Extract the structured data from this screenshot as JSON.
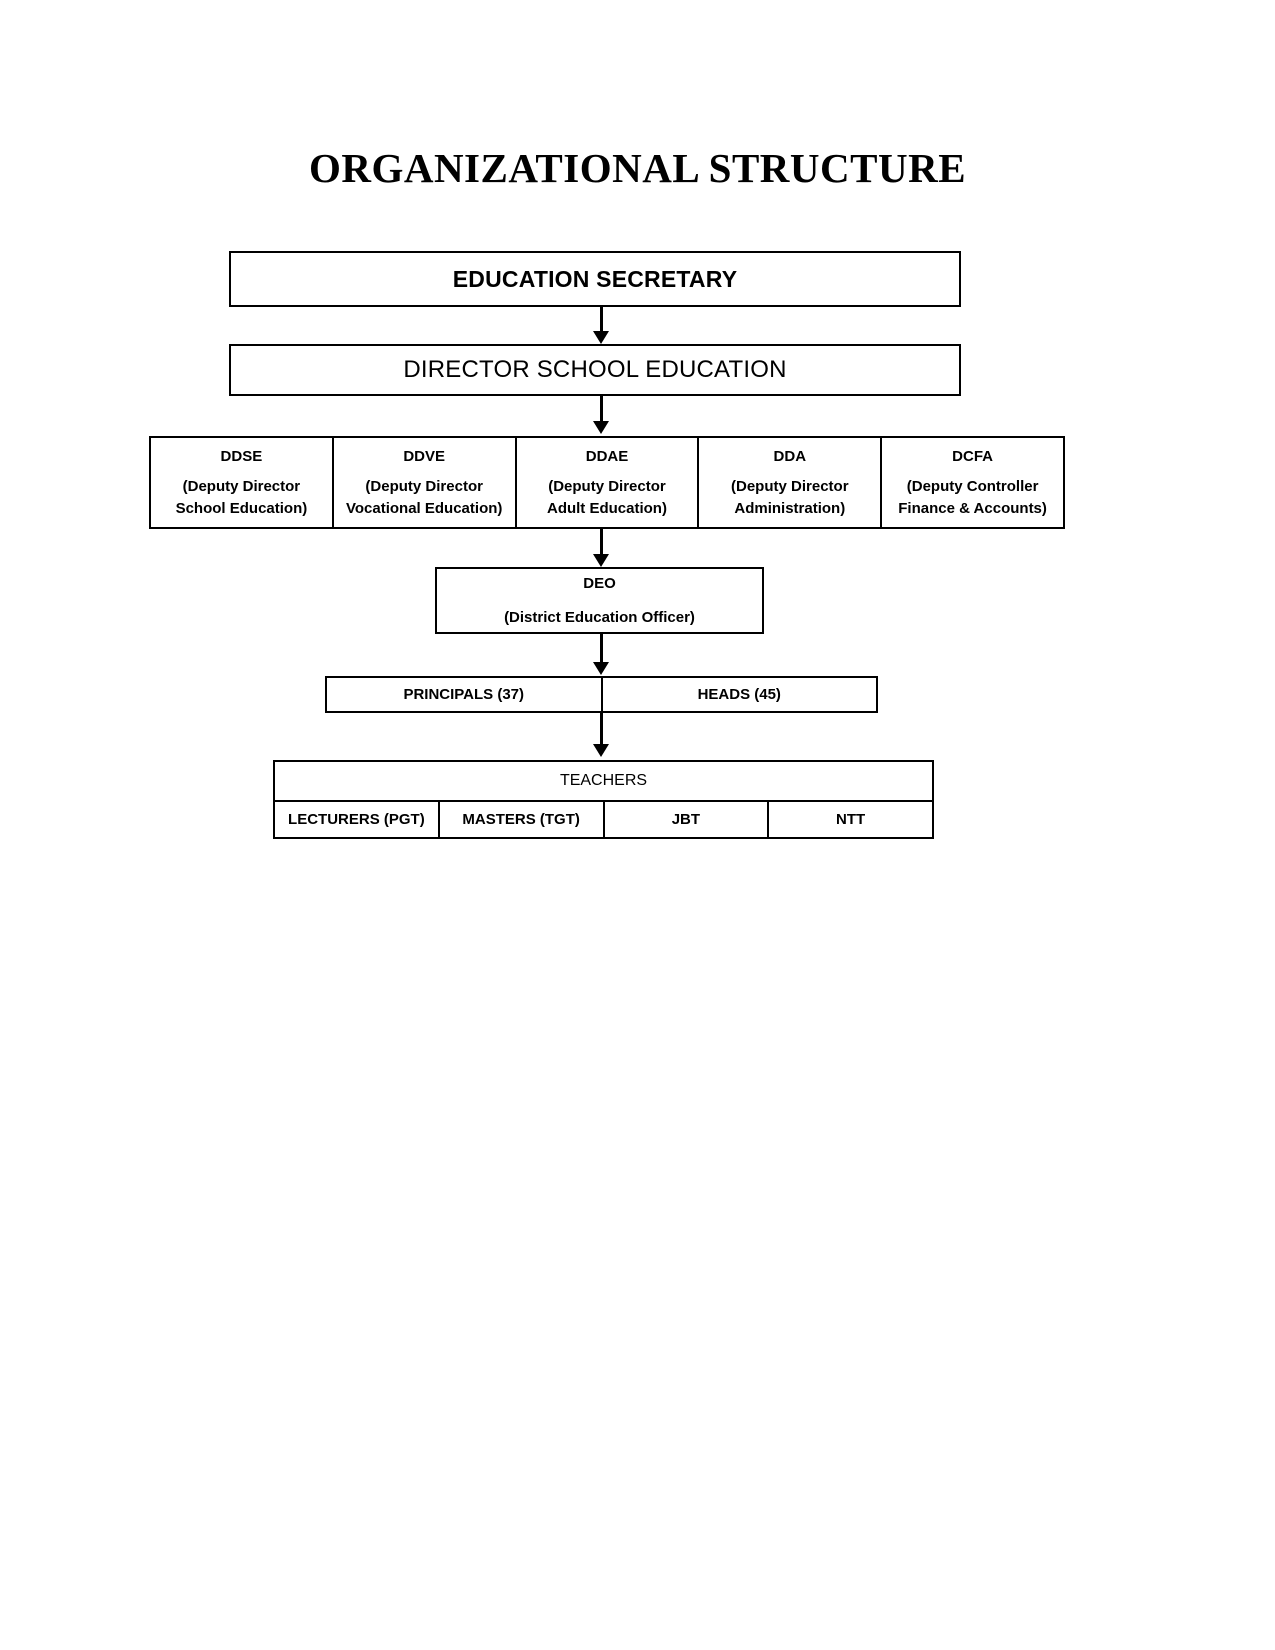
{
  "title": "ORGANIZATIONAL STRUCTURE",
  "levels": {
    "secretary": {
      "label": "EDUCATION SECRETARY"
    },
    "director": {
      "label": "DIRECTOR SCHOOL EDUCATION"
    },
    "deputies": [
      {
        "code": "DDSE",
        "desc_line1": "(Deputy Director",
        "desc_line2": "School Education)"
      },
      {
        "code": "DDVE",
        "desc_line1": "(Deputy Director",
        "desc_line2": "Vocational Education)"
      },
      {
        "code": "DDAE",
        "desc_line1": "(Deputy Director",
        "desc_line2": "Adult Education)"
      },
      {
        "code": "DDA",
        "desc_line1": "(Deputy Director",
        "desc_line2": "Administration)"
      },
      {
        "code": "DCFA",
        "desc_line1": "(Deputy Controller",
        "desc_line2": "Finance & Accounts)"
      }
    ],
    "deo": {
      "code": "DEO",
      "desc": "(District Education Officer)"
    },
    "principals": [
      {
        "label": "PRINCIPALS (37)"
      },
      {
        "label": "HEADS (45)"
      }
    ],
    "teachers": {
      "header": "TEACHERS",
      "categories": [
        {
          "label": "LECTURERS (PGT)"
        },
        {
          "label": "MASTERS (TGT)"
        },
        {
          "label": "JBT"
        },
        {
          "label": "NTT"
        }
      ]
    }
  },
  "colors": {
    "border": "#000000",
    "background": "#ffffff",
    "text": "#000000"
  }
}
